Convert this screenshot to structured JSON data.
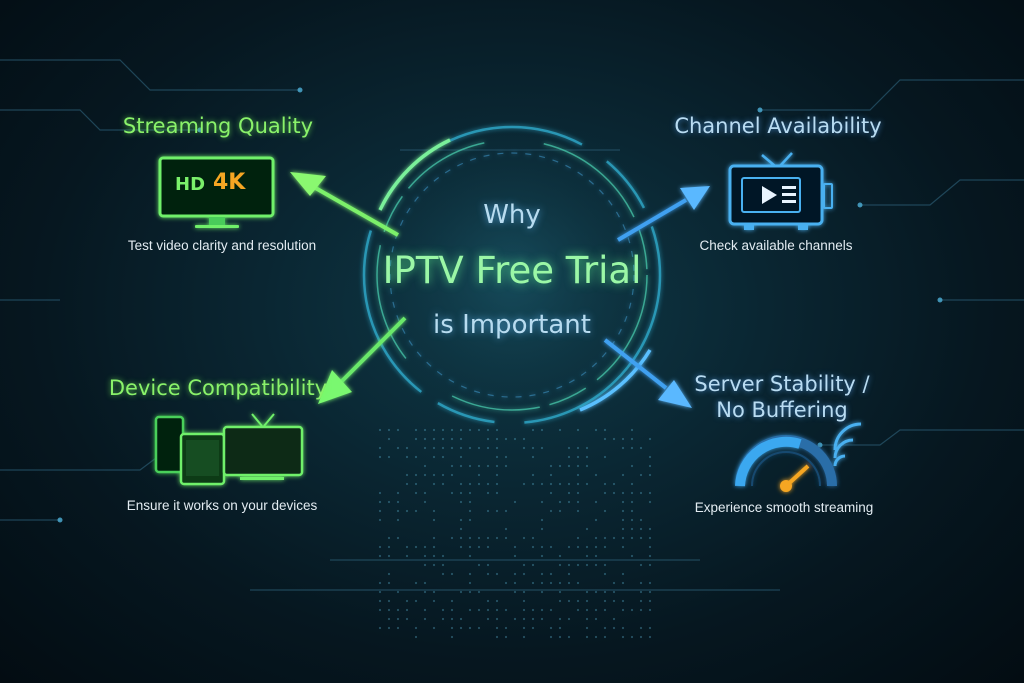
{
  "center": {
    "line1": "Why",
    "line2": "IPTV Free Trial",
    "line3": "is Important"
  },
  "features": [
    {
      "title": "Streaming Quality",
      "description": "Test video clarity and resolution",
      "icon": "hd-4k-monitor-icon"
    },
    {
      "title": "Channel Availability",
      "description": "Check available channels",
      "icon": "tv-channels-icon"
    },
    {
      "title": "Device Compatibility",
      "description": "Ensure it works on your devices",
      "icon": "multi-device-icon"
    },
    {
      "title_line1": "Server Stability /",
      "title_line2": "No Buffering",
      "description": "Experience smooth streaming",
      "icon": "speedometer-wifi-icon"
    }
  ],
  "monitor_labels": {
    "hd": "HD",
    "k4": "4K"
  },
  "colors": {
    "green": "#6fe86a",
    "blue": "#4aa8f0",
    "orange": "#f5a623",
    "background": "#071a24"
  }
}
